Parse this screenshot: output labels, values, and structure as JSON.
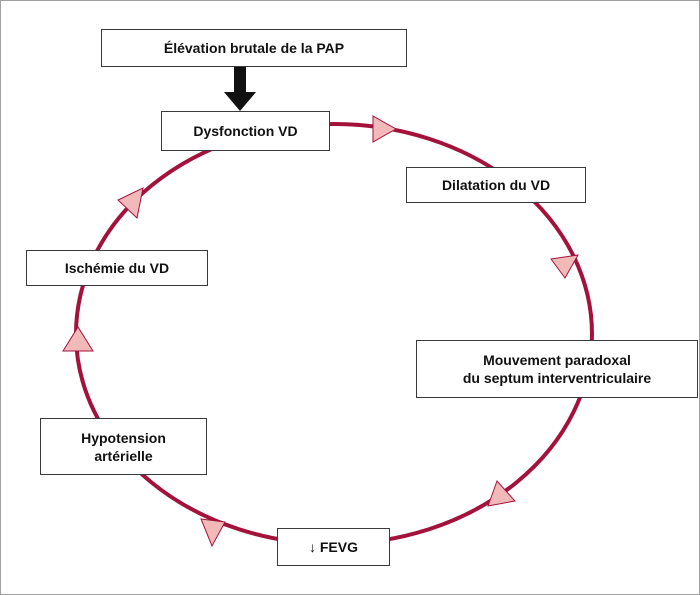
{
  "diagram": {
    "top_trigger": "Élévation brutale de la PAP",
    "nodes": [
      {
        "id": "dysfonction",
        "label": "Dysfonction VD"
      },
      {
        "id": "dilatation",
        "label": "Dilatation du VD"
      },
      {
        "id": "mouvement",
        "label": "Mouvement paradoxal\ndu septum interventriculaire"
      },
      {
        "id": "fevg",
        "label": "↓ FEVG"
      },
      {
        "id": "hypotension",
        "label": "Hypotension\nartérielle"
      },
      {
        "id": "ischemie",
        "label": "Ischémie du VD"
      }
    ],
    "colors": {
      "cycle_line": "#a3123a",
      "arrow_fill": "#f2b9b9",
      "main_arrow": "#111111",
      "box_border": "#3a3a3a"
    }
  }
}
